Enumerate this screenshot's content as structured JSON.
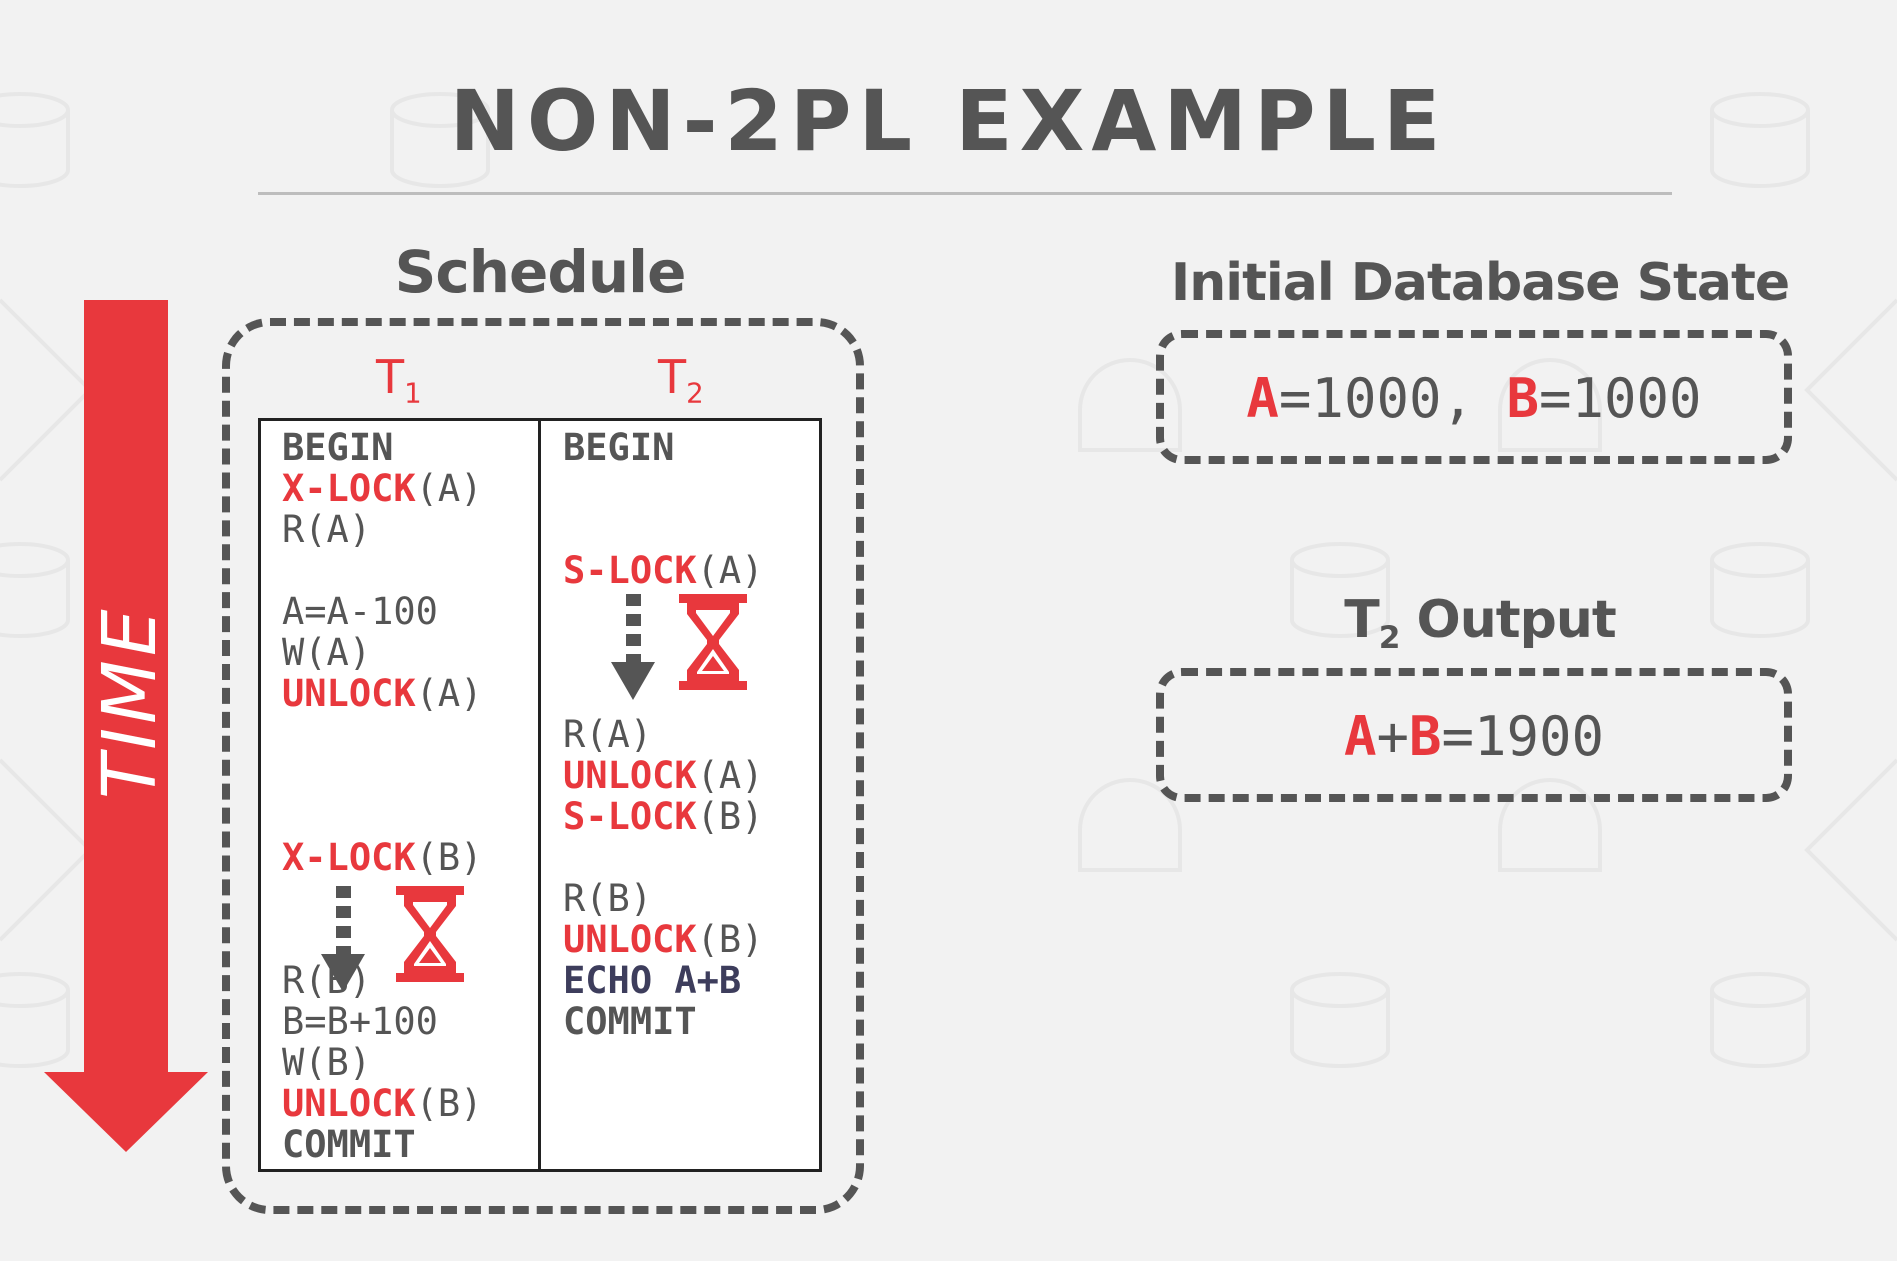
{
  "slide": {
    "title": "NON-2PL EXAMPLE",
    "schedule_heading": "Schedule",
    "initial_state_heading": "Initial Database State",
    "output_heading": {
      "prefix": "T",
      "subscript": "2",
      "suffix": " Output"
    }
  },
  "time_axis": {
    "label": "TIME",
    "color": "#e8383d"
  },
  "initial_state": {
    "a_name": "A",
    "a_value": "=1000, ",
    "b_name": "B",
    "b_value": "=1000"
  },
  "t2_output": {
    "a_name": "A",
    "plus": "+",
    "b_name": "B",
    "value": "=1900"
  },
  "transactions": [
    {
      "name": "T",
      "subscript": "1"
    },
    {
      "name": "T",
      "subscript": "2"
    }
  ],
  "schedule": {
    "t1": [
      {
        "kw": "",
        "plain": "BEGIN",
        "arg": ""
      },
      {
        "kw": "X-LOCK",
        "plain": "",
        "arg": "(A)"
      },
      {
        "kw": "",
        "plain": "",
        "arg": "R(A)"
      },
      {
        "kw": "",
        "plain": "",
        "arg": "A=A-100"
      },
      {
        "kw": "",
        "plain": "",
        "arg": "W(A)"
      },
      {
        "kw": "UNLOCK",
        "plain": "",
        "arg": "(A)"
      },
      {
        "kw": "X-LOCK",
        "plain": "",
        "arg": "(B)"
      },
      {
        "kw": "",
        "plain": "",
        "arg": "R(B)"
      },
      {
        "kw": "",
        "plain": "",
        "arg": "B=B+100"
      },
      {
        "kw": "",
        "plain": "",
        "arg": "W(B)"
      },
      {
        "kw": "UNLOCK",
        "plain": "",
        "arg": "(B)"
      },
      {
        "kw": "",
        "plain": "COMMIT",
        "arg": ""
      }
    ],
    "t2": [
      {
        "kw": "",
        "plain": "BEGIN",
        "arg": ""
      },
      {
        "kw": "S-LOCK",
        "plain": "",
        "arg": "(A)"
      },
      {
        "kw": "",
        "plain": "",
        "arg": "R(A)"
      },
      {
        "kw": "UNLOCK",
        "plain": "",
        "arg": "(A)"
      },
      {
        "kw": "S-LOCK",
        "plain": "",
        "arg": "(B)"
      },
      {
        "kw": "",
        "plain": "",
        "arg": "R(B)"
      },
      {
        "kw": "UNLOCK",
        "plain": "",
        "arg": "(B)"
      },
      {
        "kw": "",
        "plain": "ECHO A+B",
        "arg": ""
      },
      {
        "kw": "",
        "plain": "COMMIT",
        "arg": ""
      }
    ]
  },
  "icons": {
    "wait": "hourglass-icon",
    "wait_arrow": "dashed-down-arrow-icon",
    "time": "time-arrow-icon"
  },
  "colors": {
    "accent": "#e8383d",
    "text": "#555555",
    "echo": "#3d3d5c",
    "background": "#f2f2f2"
  }
}
